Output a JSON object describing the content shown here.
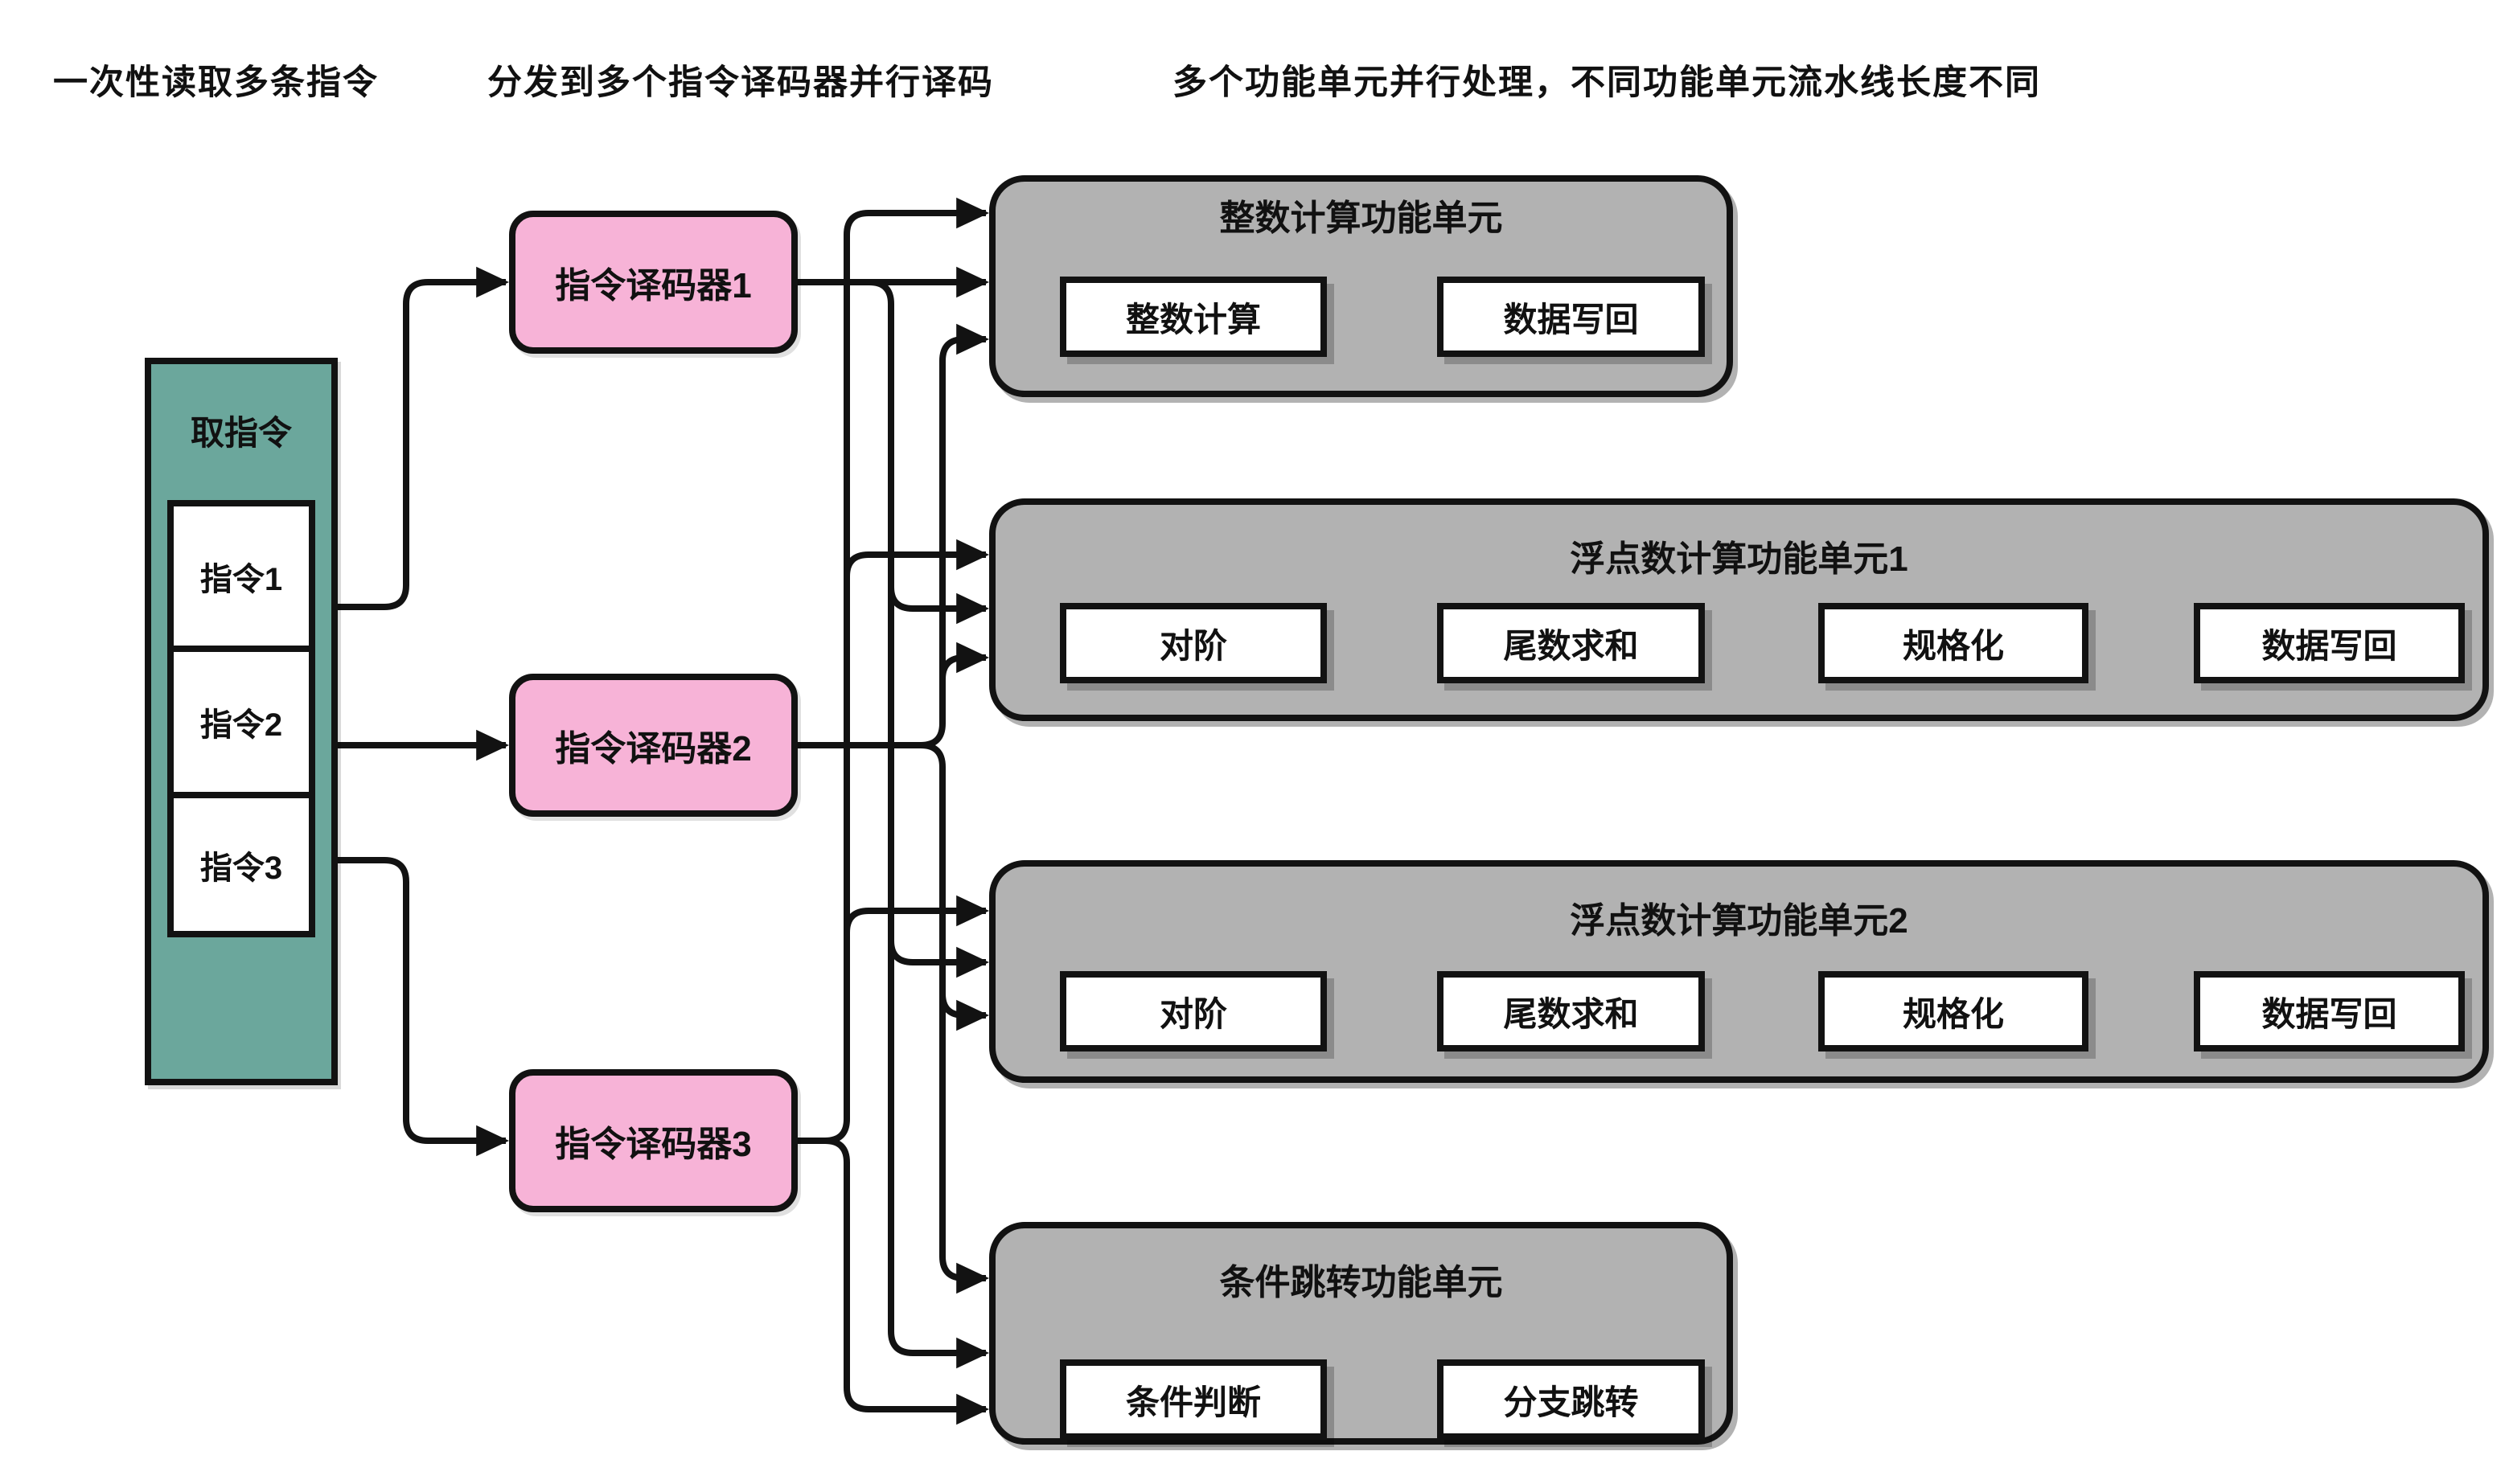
{
  "annotations": {
    "label1": "一次性读取多条指令",
    "label2": "分发到多个指令译码器并行译码",
    "label3": "多个功能单元并行处理，不同功能单元流水线长度不同"
  },
  "fetch_stage": {
    "title": "取指令",
    "instructions": [
      {
        "label": "指令1"
      },
      {
        "label": "指令2"
      },
      {
        "label": "指令3"
      }
    ]
  },
  "decoders": [
    {
      "label": "指令译码器1"
    },
    {
      "label": "指令译码器2"
    },
    {
      "label": "指令译码器3"
    }
  ],
  "functional_units": [
    {
      "title": "整数计算功能单元",
      "stages": [
        {
          "label": "整数计算"
        },
        {
          "label": "数据写回"
        }
      ]
    },
    {
      "title": "浮点数计算功能单元1",
      "stages": [
        {
          "label": "对阶"
        },
        {
          "label": "尾数求和"
        },
        {
          "label": "规格化"
        },
        {
          "label": "数据写回"
        }
      ]
    },
    {
      "title": "浮点数计算功能单元2",
      "stages": [
        {
          "label": "对阶"
        },
        {
          "label": "尾数求和"
        },
        {
          "label": "规格化"
        },
        {
          "label": "数据写回"
        }
      ]
    },
    {
      "title": "条件跳转功能单元",
      "stages": [
        {
          "label": "条件判断"
        },
        {
          "label": "分支跳转"
        }
      ]
    }
  ],
  "colors": {
    "background": "#FFFFFF",
    "fetch_fill": "#6BA79C",
    "decoder_fill": "#F7B3D7",
    "unit_fill": "#B2B2B2",
    "stage_fill": "#FFFFFF",
    "line": "#121212",
    "text": "#111111",
    "cursor_artifact_green": "#8FD96F"
  }
}
